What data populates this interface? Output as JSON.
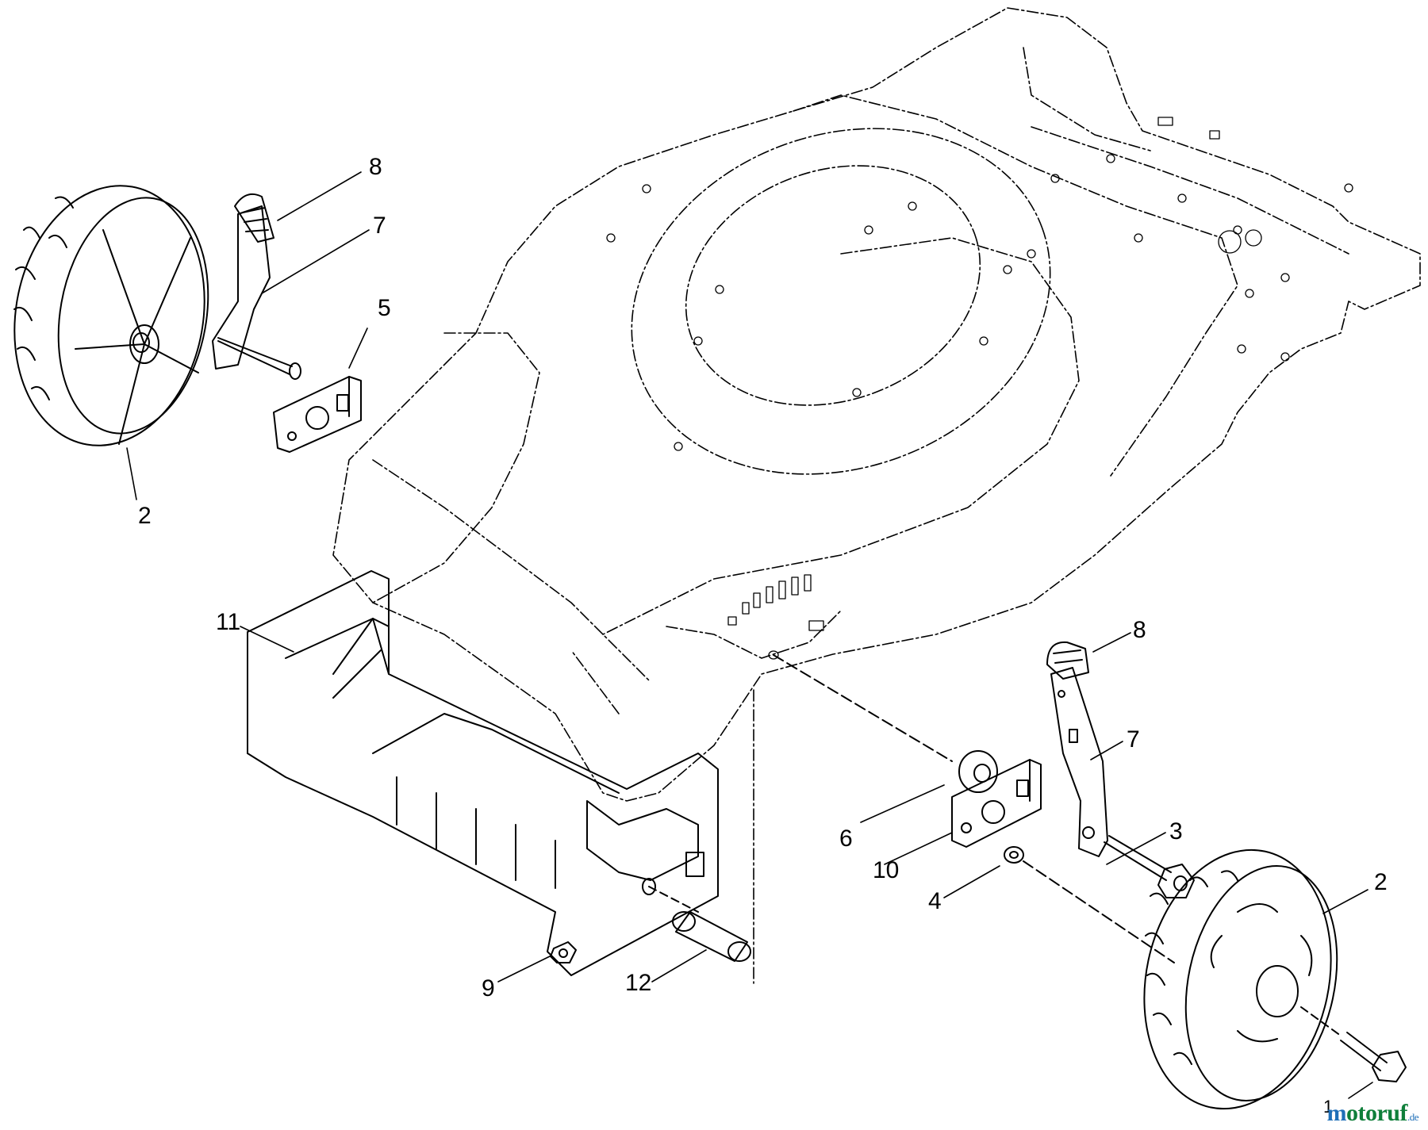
{
  "diagram": {
    "callouts": {
      "c8_top": "8",
      "c7_top": "7",
      "c5": "5",
      "c2_left": "2",
      "c11": "11",
      "c8_right": "8",
      "c7_right": "7",
      "c6": "6",
      "c3": "3",
      "c10": "10",
      "c2_right": "2",
      "c4": "4",
      "c9": "9",
      "c12": "12",
      "c1": "1"
    },
    "watermark": {
      "brand_a": "m",
      "brand_b": "otoruf",
      "domain": ".de"
    },
    "colors": {
      "line": "#000000",
      "watermark_blue": "#1f6fb8",
      "watermark_green": "#0f7f3a"
    }
  }
}
